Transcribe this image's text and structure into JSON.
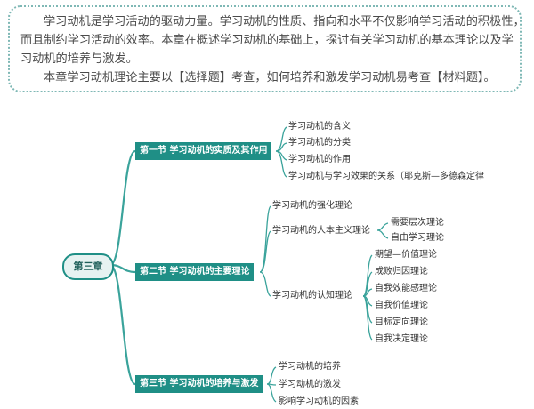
{
  "intro": {
    "lines": [
      "学习动机是学习活动的驱动力量。学习动机的性质、指向和水平不仅影响学习活动的积极性，",
      "而且制约学习活动的效率。本章在概述学习动机的基础上，探讨有关学习动机的基本理论以及学",
      "习动机的培养与激发。",
      "本章学习动机理论主要以【选择题】考查，如何培养和激发学习动机易考查【材料题】。"
    ]
  },
  "mindmap": {
    "root": "第三章",
    "sections": [
      {
        "title": "第一节 学习动机的实质及其作用",
        "items": [
          "学习动机的含义",
          "学习动机的分类",
          "学习动机的作用",
          "学习动机与学习效果的关系（耶克斯—多德森定律"
        ]
      },
      {
        "title": "第二节 学习动机的主要理论",
        "theories": {
          "reinforcement": "学习动机的强化理论",
          "humanistic": "学习动机的人本主义理论",
          "humanistic_children": [
            "需要层次理论",
            "自由学习理论"
          ],
          "cognitive": "学习动机的认知理论",
          "cognitive_children": [
            "期望—价值理论",
            "成败归因理论",
            "自我效能感理论",
            "自我价值理论",
            "目标定向理论",
            "自我决定理论"
          ]
        }
      },
      {
        "title": "第三节 学习动机的培养与激发",
        "items": [
          "学习动机的培养",
          "学习动机的激发",
          "影响学习动机的因素"
        ]
      }
    ],
    "colors": {
      "accent": "#1f8f86",
      "line": "#3aa39b"
    }
  }
}
